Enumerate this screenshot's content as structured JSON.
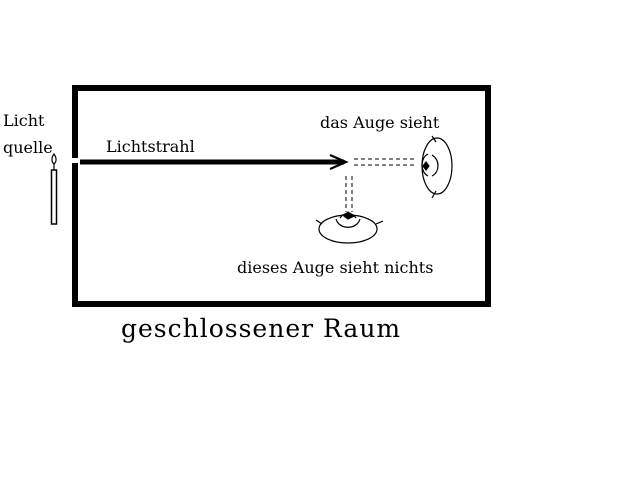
{
  "labels": {
    "light_source_line1": "Licht",
    "light_source_line2": "quelle",
    "light_ray": "Lichtstrahl",
    "eye_sees": "das Auge sieht",
    "eye_sees_nothing": "dieses Auge sieht nichts",
    "closed_room": "geschlossener Raum"
  },
  "icons": {
    "candle": "candle-icon",
    "eye_front": "eye-icon",
    "eye_side": "eye-icon"
  },
  "colors": {
    "ink": "#000000",
    "background": "#ffffff"
  }
}
